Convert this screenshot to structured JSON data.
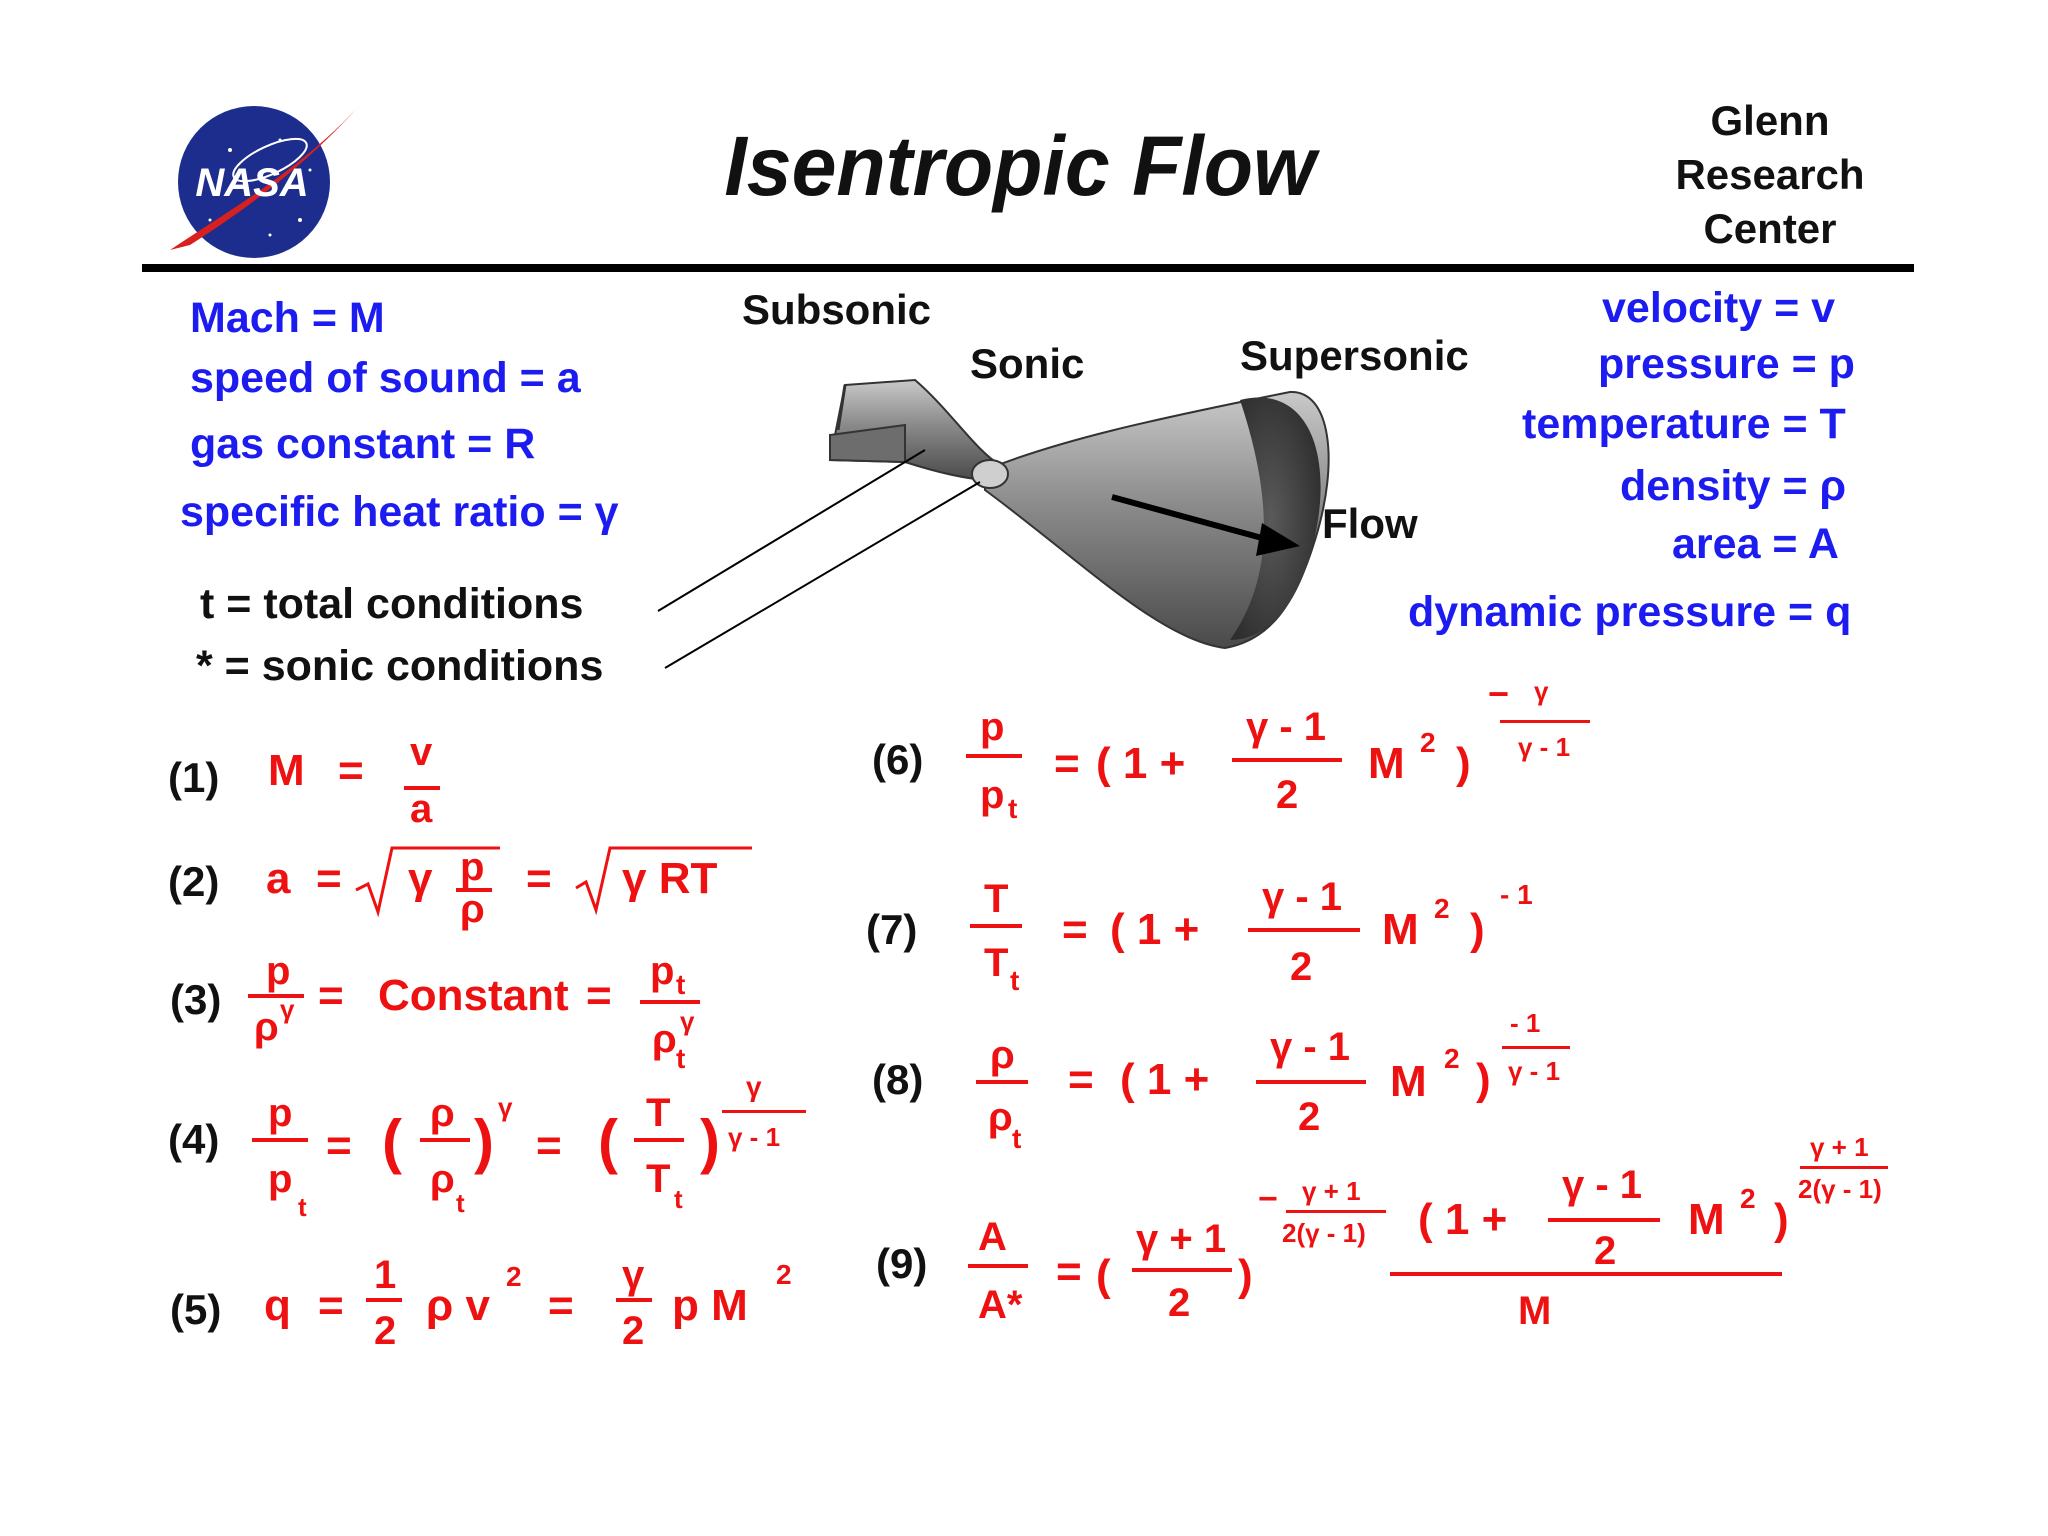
{
  "header": {
    "logo_text": "NASA",
    "title": "Isentropic  Flow",
    "center_line1": "Glenn",
    "center_line2": "Research",
    "center_line3": "Center"
  },
  "definitions_left": [
    "Mach   = M",
    "speed of  sound  =  a",
    "gas  constant  =  R",
    "specific heat ratio = γ"
  ],
  "definitions_right": [
    "velocity =   v",
    "pressure = p",
    "temperature =  T",
    "density =  ρ",
    "area  =  A",
    "dynamic  pressure =  q"
  ],
  "legend": {
    "total": "t  =  total   conditions",
    "sonic": "*  =  sonic   conditions"
  },
  "nozzle_labels": {
    "subsonic": "Subsonic",
    "sonic": "Sonic",
    "supersonic": "Supersonic",
    "flow": "Flow"
  },
  "equation_numbers": [
    "(1)",
    "(2)",
    "(3)",
    "(4)",
    "(5)",
    "(6)",
    "(7)",
    "(8)",
    "(9)"
  ],
  "equations": {
    "eq1": {
      "lhs": "M",
      "eq": "=",
      "num": "v",
      "den": "a"
    },
    "eq2": {
      "lhs": "a",
      "eq1": "=",
      "gamma": "γ",
      "num": "p",
      "den": "ρ",
      "eq2": "=",
      "rt": "γ RT"
    },
    "eq3": {
      "num1": "p",
      "den1": "ρ",
      "exp1": "γ",
      "eq1": "=",
      "mid": "Constant",
      "eq2": "=",
      "num2": "p",
      "sub2": "t",
      "den2": "ρ",
      "subden2": "t",
      "exp2": "γ"
    },
    "eq4": {
      "num1": "p",
      "den1": "p",
      "sub1": "t",
      "eq1": "=",
      "rho": "ρ",
      "rho_t": "ρ",
      "sub_t": "t",
      "exp1": "γ",
      "eq2": "=",
      "T": "T",
      "T_t": "T",
      "sub_T": "t",
      "exp_num": "γ",
      "exp_den": "γ - 1"
    },
    "eq5": {
      "lhs": "q",
      "eq1": "=",
      "half_num": "1",
      "half_den": "2",
      "rho_v": "ρ v",
      "sq1": "2",
      "eq2": "=",
      "g_num": "γ",
      "g_den": "2",
      "pM": "p M",
      "sq2": "2"
    },
    "eq6": {
      "num": "p",
      "den": "p",
      "sub": "t",
      "eq": "=",
      "open": "( 1 +",
      "fnum": "γ - 1",
      "fden": "2",
      "M": "M",
      "sq": "2",
      "close": ")",
      "exp_sign": "−",
      "exp_num": "γ",
      "exp_den": "γ - 1"
    },
    "eq7": {
      "num": "T",
      "den": "T",
      "sub": "t",
      "eq": "=",
      "open": "( 1 +",
      "fnum": "γ - 1",
      "fden": "2",
      "M": "M",
      "sq": "2",
      "close": ")",
      "exp": "- 1"
    },
    "eq8": {
      "num": "ρ",
      "den": "ρ",
      "sub": "t",
      "eq": "=",
      "open": "( 1 +",
      "fnum": "γ - 1",
      "fden": "2",
      "M": "M",
      "sq": "2",
      "close": ")",
      "exp_num": "- 1",
      "exp_den": "γ - 1"
    },
    "eq9": {
      "num": "A",
      "den": "A*",
      "eq": "=",
      "open": "(",
      "fnum": "γ + 1",
      "fden": "2",
      "close": ")",
      "exp_sign": "−",
      "exp_num": "γ + 1",
      "exp_den": "2(γ - 1)",
      "open2": "( 1 +",
      "f2num": "γ - 1",
      "f2den": "2",
      "M": "M",
      "sq": "2",
      "close2": ")",
      "exp2_num": "γ + 1",
      "exp2_den": "2(γ - 1)",
      "bottom": "M"
    }
  }
}
